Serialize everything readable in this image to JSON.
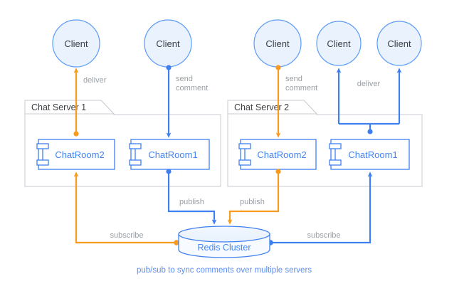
{
  "colors": {
    "blue": "#3f7ff0",
    "blue_text": "#4285f4",
    "orange": "#f89a1c",
    "frame_gray": "#c8cbd0",
    "label_gray": "#9aa0a6",
    "dark_text": "#3c4043",
    "circle_fill": "#eaf2fd",
    "caption_blue": "#5b8df6"
  },
  "clients": [
    {
      "id": "client-1",
      "label": "Client"
    },
    {
      "id": "client-2",
      "label": "Client"
    },
    {
      "id": "client-3",
      "label": "Client"
    },
    {
      "id": "client-4",
      "label": "Client"
    },
    {
      "id": "client-5",
      "label": "Client"
    }
  ],
  "servers": [
    {
      "id": "chat-server-1",
      "title": "Chat Server 1",
      "rooms": [
        {
          "id": "server1-chatroom2",
          "label": "ChatRoom2"
        },
        {
          "id": "server1-chatroom1",
          "label": "ChatRoom1"
        }
      ]
    },
    {
      "id": "chat-server-2",
      "title": "Chat Server 2",
      "rooms": [
        {
          "id": "server2-chatroom2",
          "label": "ChatRoom2"
        },
        {
          "id": "server2-chatroom1",
          "label": "ChatRoom1"
        }
      ]
    }
  ],
  "edge_labels": {
    "deliver_left": "deliver",
    "send_comment_left_line1": "send",
    "send_comment_left_line2": "comment",
    "send_comment_right_line1": "send",
    "send_comment_right_line2": "comment",
    "deliver_right": "deliver",
    "publish_left": "publish",
    "publish_right": "publish",
    "subscribe_left": "subscribe",
    "subscribe_right": "subscribe"
  },
  "datastore": {
    "id": "redis-cluster",
    "label": "Redis Cluster"
  },
  "caption": "pub/sub to sync comments over multiple servers"
}
